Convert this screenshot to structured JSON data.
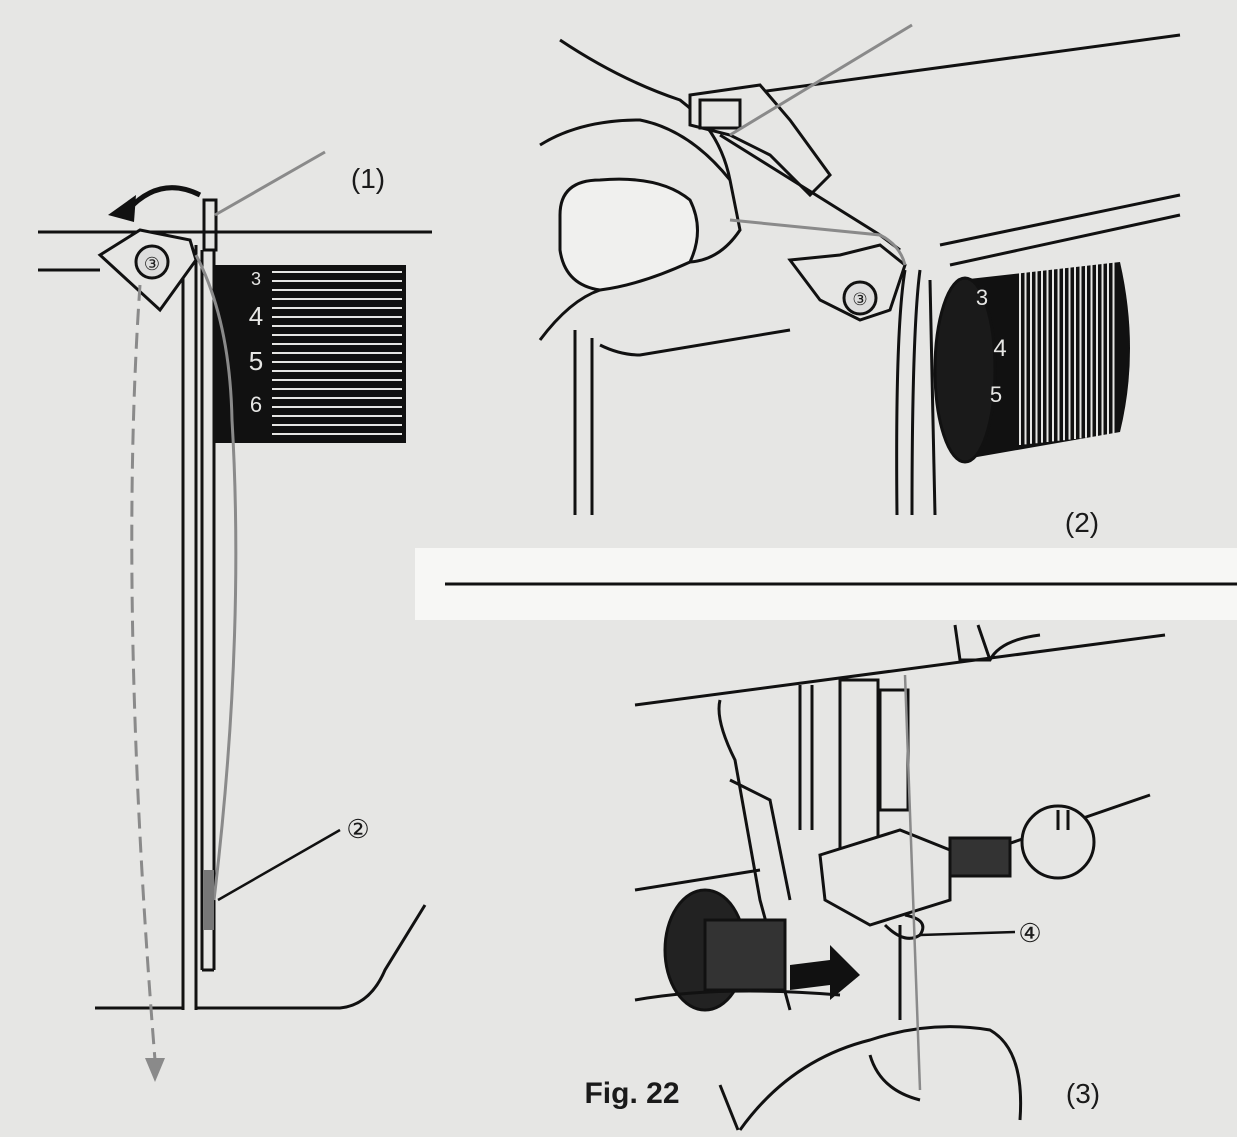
{
  "figure": {
    "caption": "Fig. 22",
    "panels": [
      {
        "id": "1",
        "label": "(1)"
      },
      {
        "id": "2",
        "label": "(2)"
      },
      {
        "id": "3",
        "label": "(3)"
      }
    ],
    "callouts": {
      "c2": "②",
      "c3": "③",
      "c3b": "③",
      "c4": "④"
    },
    "dial_left": [
      "3",
      "4",
      "5",
      "6"
    ],
    "dial_right": [
      "3",
      "4",
      "5"
    ]
  },
  "colors": {
    "background": "#e6e6e4",
    "ink": "#111111",
    "thread": "#8a8a8a",
    "divider_band": "#f7f7f5"
  }
}
